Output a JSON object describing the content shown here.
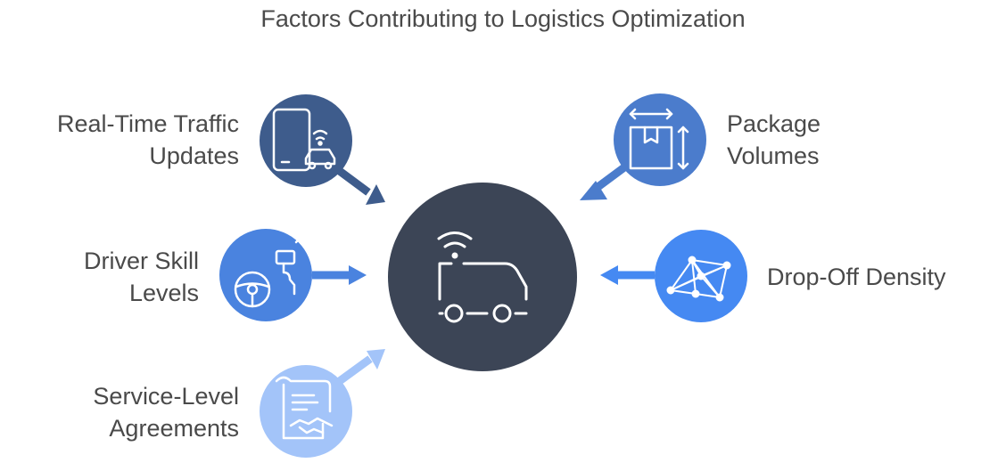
{
  "title": "Factors Contributing to Logistics Optimization",
  "center": {
    "icon": "delivery-van-icon",
    "color": "#3c4556"
  },
  "factors": [
    {
      "label_lines": [
        "Real-Time Traffic",
        "Updates"
      ],
      "icon": "phone-car-signal-icon",
      "color": "#3e5c8c"
    },
    {
      "label_lines": [
        "Driver Skill",
        "Levels"
      ],
      "icon": "steering-wheel-icon",
      "color": "#4a83df"
    },
    {
      "label_lines": [
        "Service-Level",
        "Agreements"
      ],
      "icon": "contract-handshake-icon",
      "color": "#a3c4f9"
    },
    {
      "label_lines": [
        "Package",
        "Volumes"
      ],
      "icon": "package-dimensions-icon",
      "color": "#4b7ccc"
    },
    {
      "label_lines": [
        "Drop-Off Density"
      ],
      "icon": "network-nodes-icon",
      "color": "#4589f2"
    }
  ]
}
